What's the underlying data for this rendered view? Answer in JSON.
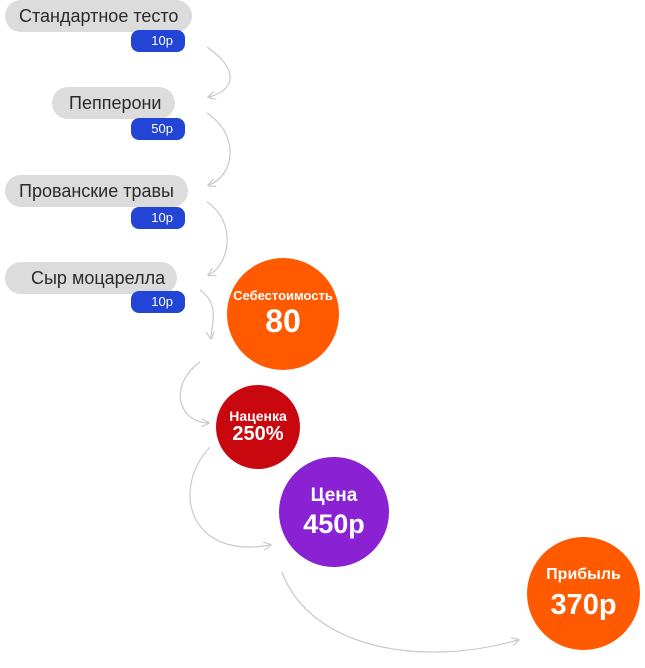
{
  "ingredients": [
    {
      "name": "Стандартное тесто",
      "price": "10р"
    },
    {
      "name": "Пепперони",
      "price": "50р"
    },
    {
      "name": "Прованские травы",
      "price": "10р"
    },
    {
      "name": "Сыр моцарелла",
      "price": "10р"
    }
  ],
  "cost": {
    "label": "Себестоимость",
    "value": "80",
    "color": "#ff5a00"
  },
  "markup": {
    "label": "Наценка",
    "value": "250%",
    "color": "#c8080e"
  },
  "price": {
    "label": "Цена",
    "value": "450р",
    "color": "#8a22d4"
  },
  "profit": {
    "label": "Прибыль",
    "value": "370р",
    "color": "#ff5a00"
  },
  "colors": {
    "pill": "#dcdcdc",
    "price_tag": "#2345d6",
    "connector": "#c9c9c9"
  }
}
